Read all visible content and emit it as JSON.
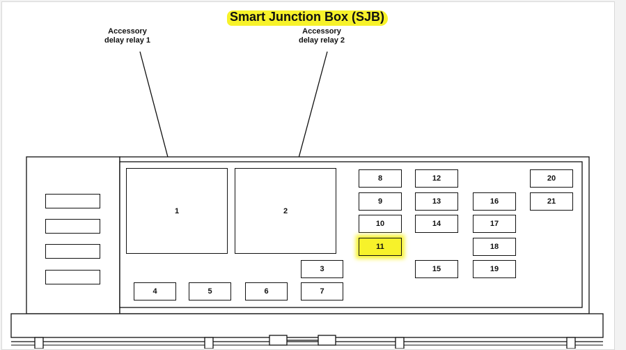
{
  "title": "Smart Junction Box (SJB)",
  "callouts": [
    {
      "id": "accessory-delay-relay-1",
      "line1": "Accessory",
      "line2": "delay relay 1"
    },
    {
      "id": "accessory-delay-relay-2",
      "line1": "Accessory",
      "line2": "delay relay 2"
    }
  ],
  "relays": [
    {
      "id": "relay-1",
      "label": "1"
    },
    {
      "id": "relay-2",
      "label": "2"
    }
  ],
  "fuses": [
    "3",
    "4",
    "5",
    "6",
    "7",
    "8",
    "9",
    "10",
    "11",
    "12",
    "13",
    "14",
    "15",
    "16",
    "17",
    "18",
    "19",
    "20",
    "21"
  ],
  "highlighted_fuse": "11",
  "colors": {
    "highlight": "#f7f22a",
    "outline": "#111111",
    "background": "#ffffff"
  }
}
